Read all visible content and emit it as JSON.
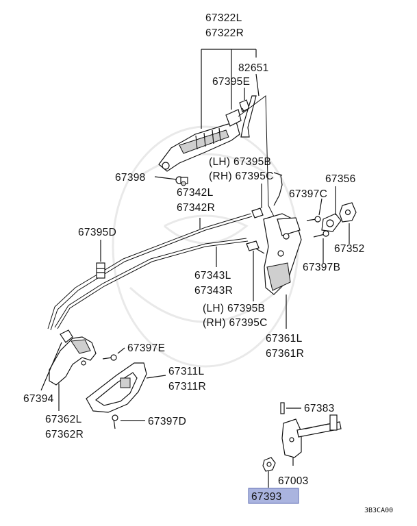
{
  "labels": {
    "p67322L": "67322L",
    "p67322R": "67322R",
    "p82651": "82651",
    "p67395E": "67395E",
    "lh67395B": "(LH) 67395B",
    "rh67395C": "(RH) 67395C",
    "p67398": "67398",
    "p67342L": "67342L",
    "p67342R": "67342R",
    "p67356": "67356",
    "p67397C": "67397C",
    "p67352": "67352",
    "p67397B": "67397B",
    "p67395D": "67395D",
    "p67343L": "67343L",
    "p67343R": "67343R",
    "lh67395B2": "(LH) 67395B",
    "rh67395C2": "(RH) 67395C",
    "p67361L": "67361L",
    "p67361R": "67361R",
    "p67397E": "67397E",
    "p67311L": "67311L",
    "p67311R": "67311R",
    "p67394": "67394",
    "p67362L": "67362L",
    "p67362R": "67362R",
    "p67397D": "67397D",
    "p67383": "67383",
    "p67003": "67003",
    "p67393": "67393"
  },
  "diagram_code": "3B3CA00",
  "highlight_color": "#aab4df"
}
